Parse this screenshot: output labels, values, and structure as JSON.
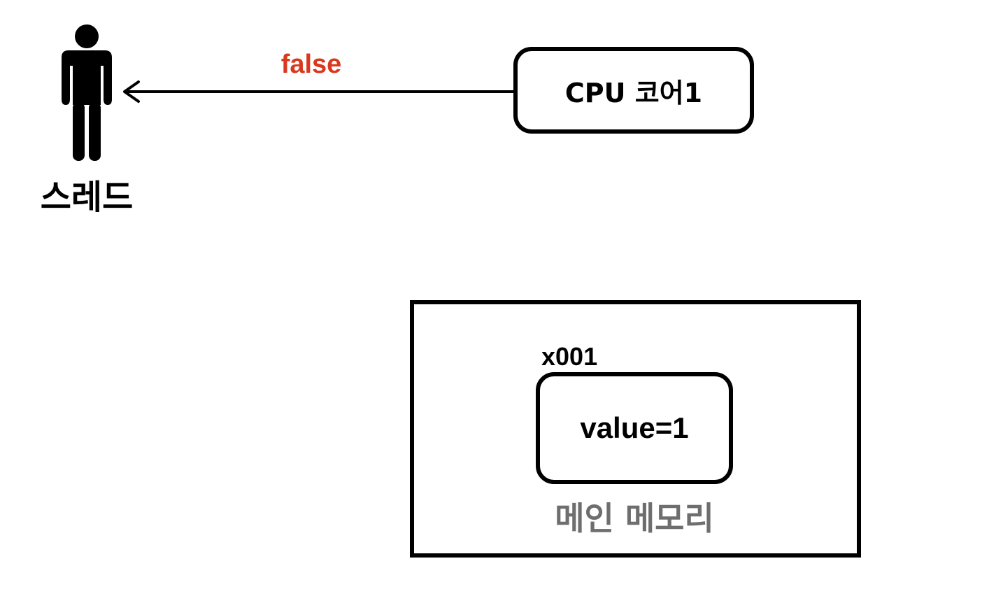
{
  "thread": {
    "label": "스레드",
    "icon": "person-icon"
  },
  "arrow": {
    "label": "false",
    "label_color": "#d9381e"
  },
  "cpu": {
    "label": "CPU 코어1"
  },
  "memory": {
    "label": "메인 메모리",
    "label_color": "#6e6e6e",
    "address": "x001",
    "value": "value=1"
  }
}
